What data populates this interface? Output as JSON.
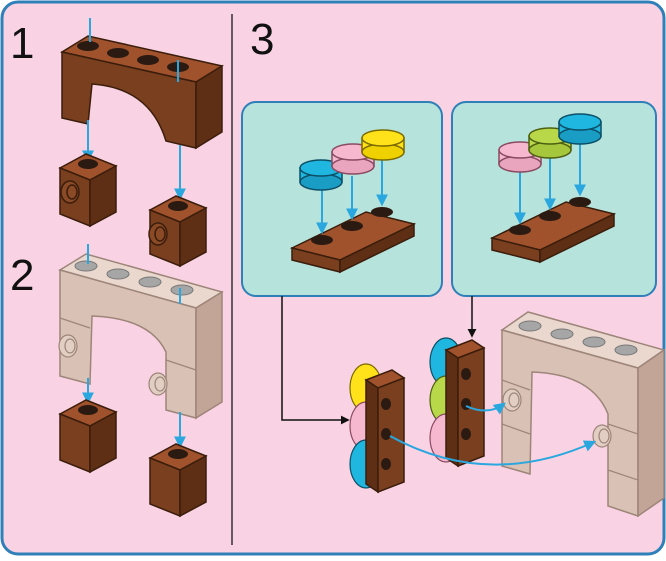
{
  "page": {
    "background": "#f9d3e3",
    "border": "#2f7fb8",
    "inset_panel": "#b6e3dc",
    "inset_border": "#2f7fb8",
    "arrow_color": "#2aa7df",
    "leader_color": "#111111"
  },
  "steps": [
    {
      "number": "1"
    },
    {
      "number": "2"
    },
    {
      "number": "3"
    }
  ],
  "colors": {
    "brown_top": "#a0522d",
    "brown_front": "#7a3f1f",
    "brown_side": "#5e2f15",
    "tan_top": "#ead8cf",
    "tan_front": "#d9c1b5",
    "tan_side": "#c2a597",
    "stud_dark": "#2a1a12",
    "stud_grey": "#a6a6a6",
    "pink": "#f5b8cf",
    "lime": "#b8d84a",
    "cyan": "#1fb6e0",
    "yellow": "#ffe21a"
  }
}
